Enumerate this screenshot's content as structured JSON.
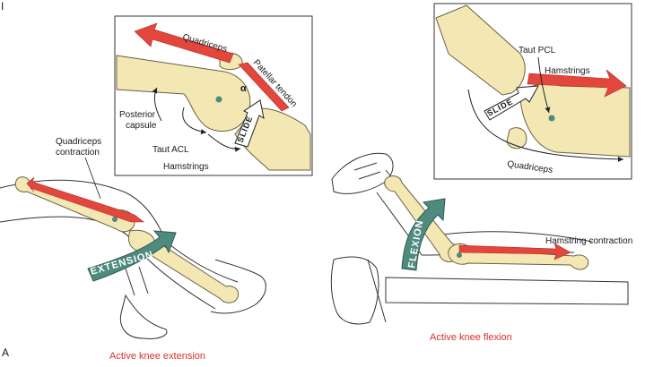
{
  "figure": {
    "panel_letter": "A",
    "top_left_mark": "I",
    "left_scene": {
      "caption": "Active knee extension",
      "motion_label": "EXTENSION",
      "contraction_label_line1": "Quadriceps",
      "contraction_label_line2": "contraction"
    },
    "left_inset": {
      "quadriceps": "Quadriceps",
      "patellar_tendon": "Patellar tendon",
      "alpha": "α",
      "slide": "SLIDE",
      "posterior_capsule_line1": "Posterior",
      "posterior_capsule_line2": "capsule",
      "taut_acl": "Taut ACL",
      "hamstrings": "Hamstrings"
    },
    "right_scene": {
      "caption": "Active knee flexion",
      "motion_label": "FLEXION",
      "contraction_label": "Hamstring contraction"
    },
    "right_inset": {
      "taut_pcl": "Taut PCL",
      "hamstrings": "Hamstrings",
      "slide": "SLIDE",
      "quadriceps": "Quadriceps"
    },
    "colors": {
      "bone": "#f3e7b4",
      "bone_outline": "#6b6040",
      "muscle_arrow": "#e2463c",
      "motion_arrow": "#4f8a7e",
      "caption": "#d9302b"
    }
  }
}
